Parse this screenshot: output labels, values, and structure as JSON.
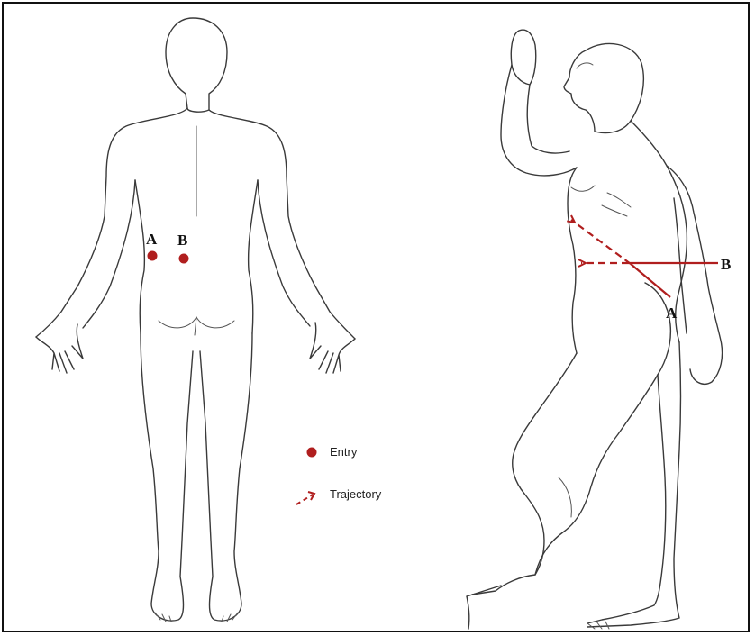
{
  "colors": {
    "marker": "#b01e1e",
    "outline": "#3a3a3a"
  },
  "posterior_view": {
    "entry_labels": [
      "A",
      "B"
    ]
  },
  "lateral_view": {
    "trajectory_labels": [
      "B",
      "A"
    ]
  },
  "legend": {
    "entry_label": "Entry",
    "trajectory_label": "Trajectory",
    "entry_icon": "dot-icon",
    "trajectory_icon": "dashed-arrow-icon"
  }
}
